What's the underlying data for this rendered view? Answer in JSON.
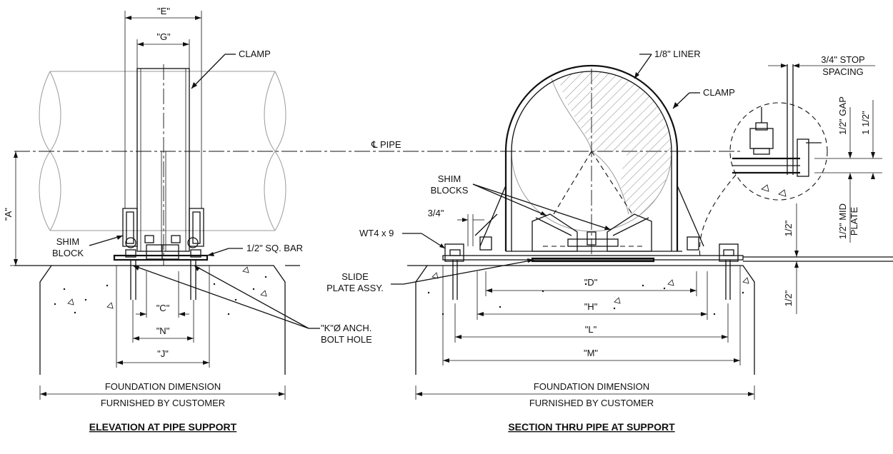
{
  "elevation": {
    "title": "ELEVATION AT PIPE SUPPORT",
    "dim_e": "\"E\"",
    "dim_g": "\"G\"",
    "dim_a": "\"A\"",
    "dim_c": "\"C\"",
    "dim_n": "\"N\"",
    "dim_j": "\"J\"",
    "clamp": "CLAMP",
    "shim_block_1": "SHIM",
    "shim_block_2": "BLOCK",
    "sq_bar": "1/2\" SQ. BAR",
    "anchor_1": "\"K\"Ø ANCH.",
    "anchor_2": "BOLT HOLE",
    "foundation_1": "FOUNDATION DIMENSION",
    "foundation_2": "FURNISHED BY CUSTOMER"
  },
  "section": {
    "title": "SECTION THRU PIPE AT SUPPORT",
    "pipe_cl": "℄ PIPE",
    "liner": "1/8\" LINER",
    "clamp": "CLAMP",
    "shim_blocks_1": "SHIM",
    "shim_blocks_2": "BLOCKS",
    "dim_three_quarter": "3/4\"",
    "wt": "WT4 x 9",
    "slide_1": "SLIDE",
    "slide_2": "PLATE ASSY.",
    "dim_d": "\"D\"",
    "dim_h": "\"H\"",
    "dim_l": "\"L\"",
    "dim_m": "\"M\"",
    "foundation_1": "FOUNDATION DIMENSION",
    "foundation_2": "FURNISHED BY CUSTOMER",
    "dim_half_1": "1/2\"",
    "dim_half_2": "1/2\""
  },
  "detail": {
    "stop_1": "3/4\" STOP",
    "stop_2": "SPACING",
    "gap": "1/2\" GAP",
    "one_half": "1 1/2\"",
    "mid_1": "1/2\" MID",
    "mid_2": "PLATE"
  }
}
